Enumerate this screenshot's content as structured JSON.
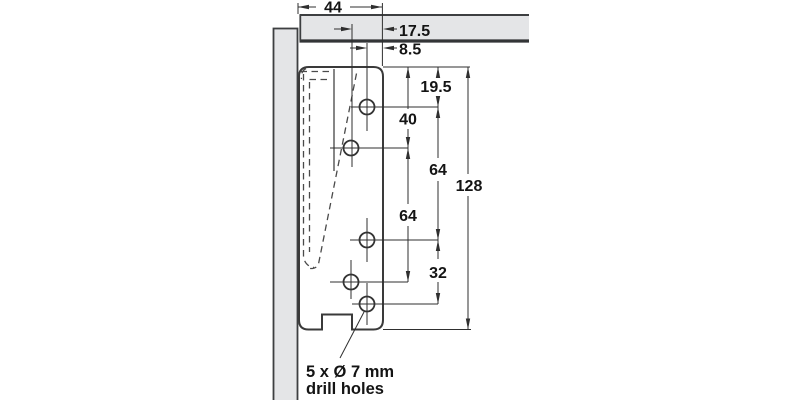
{
  "drawing": {
    "dimensions": {
      "top_depth": "44",
      "front_hole_offset_a": "17.5",
      "front_hole_offset_b": "8.5",
      "top_to_hole1": "19.5",
      "top_to_hole2": "40",
      "hole1_to_hole3": "64",
      "hole2_to_hole4": "64",
      "hole3_to_hole5": "32",
      "bracket_height": "128"
    },
    "note": {
      "line1": "5 x Ø 7 mm",
      "line2": "drill holes"
    },
    "colors": {
      "panel_fill": "#e4e5e7",
      "panel_stroke": "#3d3f41",
      "line_color": "#2f2f2f"
    }
  }
}
